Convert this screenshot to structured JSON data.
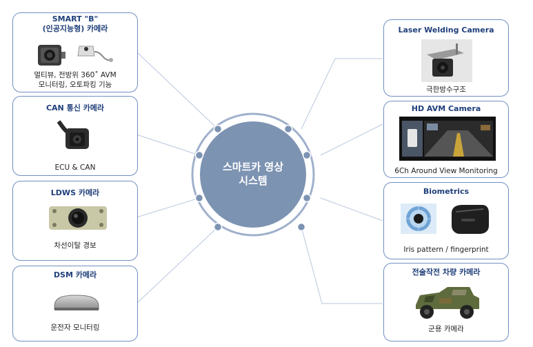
{
  "center": {
    "line1": "스마트카 영상",
    "line2": "시스템"
  },
  "left_cards": [
    {
      "title_line1": "SMART \"B\"",
      "title_line2": "(인공지능형) 카메라",
      "desc_line1": "멀티뷰, 전방위 360˚ AVM",
      "desc_line2": "모니터링, 오토파킹 기능"
    },
    {
      "title": "CAN 통신 카메라",
      "desc": "ECU & CAN"
    },
    {
      "title": "LDWS 카메라",
      "desc": "차선이탈 경보"
    },
    {
      "title": "DSM 카메라",
      "desc": "운전자 모니터링"
    }
  ],
  "right_cards": [
    {
      "title": "Laser Welding Camera",
      "desc": "극한방수구조"
    },
    {
      "title": "HD AVM Camera",
      "desc": "6Ch Around View Monitoring"
    },
    {
      "title": "Biometrics",
      "desc": "Iris pattern / fingerprint"
    },
    {
      "title": "전술작전 차량 카메라",
      "desc": "군용 카메라"
    }
  ],
  "colors": {
    "card_border": "#6f8ec2",
    "title_text": "#1f3f7a",
    "hub_fill": "#7d93b2",
    "hub_ring": "#9fb0cc",
    "connector": "#b8c7dd"
  }
}
